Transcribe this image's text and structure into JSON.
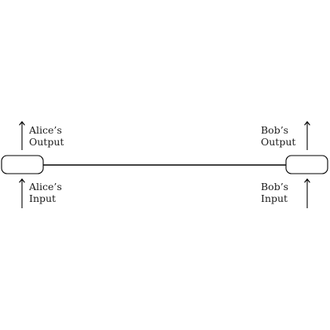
{
  "alice": {
    "output_label": [
      "Alice’s",
      "Output"
    ],
    "input_label": [
      "Alice’s",
      "Input"
    ]
  },
  "bob": {
    "output_label": [
      "Bob’s",
      "Output"
    ],
    "input_label": [
      "Bob’s",
      "Input"
    ]
  }
}
